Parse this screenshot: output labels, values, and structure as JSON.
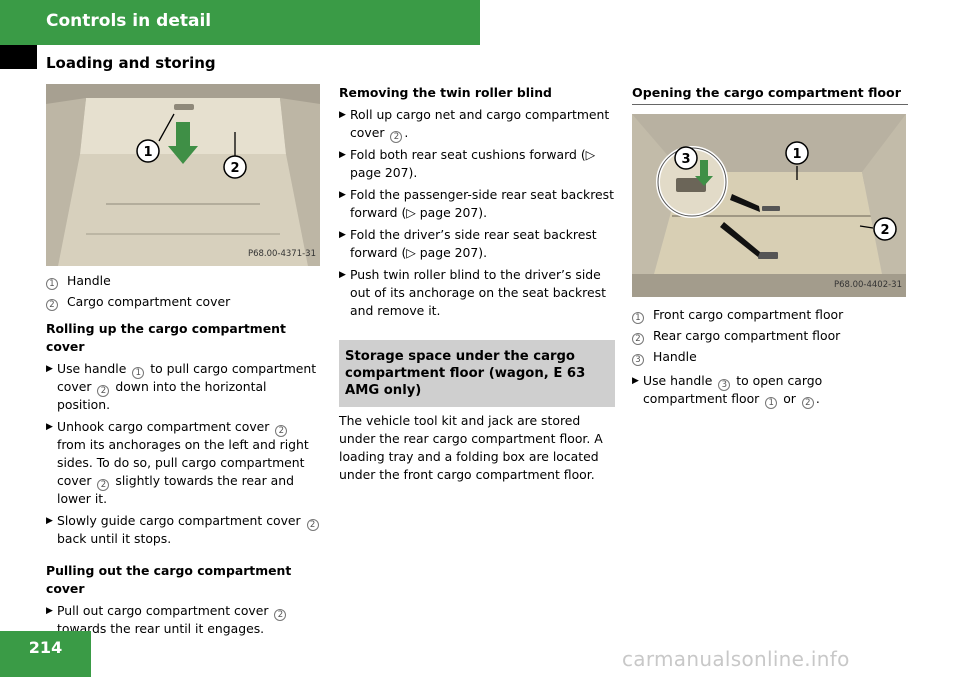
{
  "header": {
    "section": "Controls in detail",
    "subsection": "Loading and storing"
  },
  "page_number": "214",
  "watermark": "carmanualsonline.info",
  "left": {
    "photo_ref": "P68.00-4371-31",
    "photo_callouts": [
      "1",
      "2"
    ],
    "legend": [
      {
        "num": "1",
        "label": "Handle"
      },
      {
        "num": "2",
        "label": "Cargo compartment cover"
      }
    ],
    "rolling": {
      "heading": "Rolling up the cargo compartment cover",
      "step1": {
        "a": "Use handle",
        "n": "1",
        "b": "to pull cargo compartment cover",
        "n2": "2",
        "c": "down into the horizontal position."
      },
      "step2": {
        "a": "Unhook cargo compartment cover",
        "n": "2",
        "b": "from its anchorages on the left and right sides. To do so, pull cargo compartment cover",
        "n2": "2",
        "c": "slightly towards the rear and lower it."
      },
      "step3": {
        "a": "Slowly guide cargo compartment cover",
        "n": "2",
        "b": "back until it stops."
      }
    },
    "pulling": {
      "heading": "Pulling out the cargo compartment cover",
      "step1": {
        "a": "Pull out cargo compartment cover",
        "n": "2",
        "b": "towards the rear until it engages."
      }
    }
  },
  "middle": {
    "removing": {
      "heading": "Removing the twin roller blind",
      "step1": {
        "a": "Roll up cargo net and cargo compartment cover",
        "n": "2",
        "b": "."
      },
      "step2": "Fold both rear seat cushions forward (▷ page 207).",
      "step3": "Fold the passenger-side rear seat backrest forward (▷ page 207).",
      "step4": "Fold the driver’s side rear seat backrest forward (▷ page 207).",
      "step5": "Push twin roller blind to the driver’s side out of its anchorage on the seat backrest and remove it."
    },
    "storage": {
      "heading": "Storage space under the cargo compartment floor (wagon, E 63 AMG only)",
      "text": "The vehicle tool kit and jack are stored under the rear cargo compartment floor. A loading tray and a folding box are located under the front cargo compartment floor."
    }
  },
  "right": {
    "heading": "Opening the cargo compartment floor",
    "photo_ref": "P68.00-4402-31",
    "photo_callouts": [
      "3",
      "1",
      "2"
    ],
    "legend": [
      {
        "num": "1",
        "label": "Front cargo compartment floor"
      },
      {
        "num": "2",
        "label": "Rear cargo compartment floor"
      },
      {
        "num": "3",
        "label": "Handle"
      }
    ],
    "step1": {
      "a": "Use handle",
      "n": "3",
      "b": "to open cargo compartment floor",
      "n2": "1",
      "mid": "or",
      "n3": "2",
      "c": "."
    }
  },
  "colors": {
    "accent_green": "#3a9b46",
    "info_box_grey": "#cfcfcf",
    "header_tab": "#000000"
  },
  "icons": {
    "bullet": "triangle-right-icon",
    "callout": "circled-number-icon"
  }
}
